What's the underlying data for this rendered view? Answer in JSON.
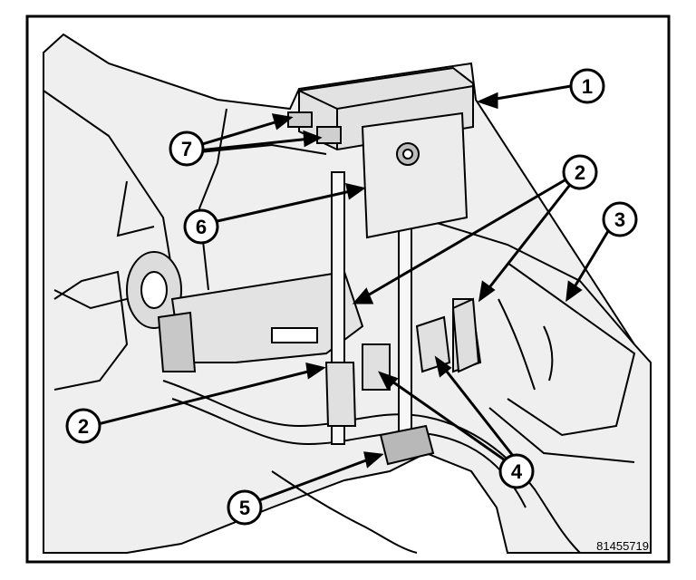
{
  "figure": {
    "id": "81455719",
    "callouts": [
      "1",
      "2",
      "2",
      "3",
      "4",
      "5",
      "6",
      "7"
    ]
  },
  "colors": {
    "line": "#000000",
    "background": "#ffffff",
    "shade": "#d6d6d6"
  }
}
